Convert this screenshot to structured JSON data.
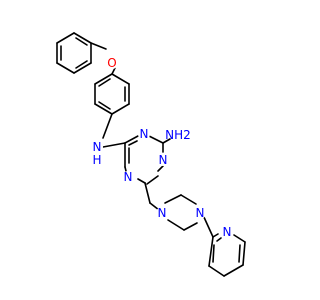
{
  "colors": {
    "background": "#ffffff",
    "bond": "#000000",
    "oxygen": "#ff0000",
    "nitrogen": "#0000ff"
  },
  "labels": {
    "ether_oxygen": "O",
    "amine_nh": "N",
    "amine_h": "H",
    "triazine_n1": "N",
    "triazine_n3": "N",
    "triazine_n5": "N",
    "amino_nh2": "NH2",
    "piperazine_n1": "N",
    "piperazine_n4": "N",
    "pyridine_n": "N"
  }
}
